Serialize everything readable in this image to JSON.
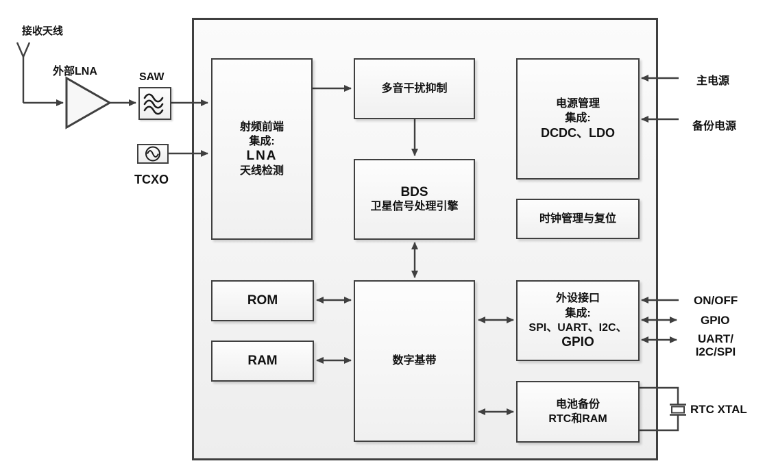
{
  "left_chain": {
    "antenna_label": "接收天线",
    "ext_lna_label": "外部LNA",
    "saw_label": "SAW",
    "tcxo_label": "TCXO"
  },
  "blocks": {
    "rf_frontend": {
      "lines": [
        "射频前端",
        "集成:",
        "LNA",
        "天线检测"
      ]
    },
    "multitone": {
      "lines": [
        "多音干扰抑制"
      ]
    },
    "bds_engine": {
      "lines": [
        "BDS",
        "卫星信号处理引擎"
      ]
    },
    "power_mgmt": {
      "lines": [
        "电源管理",
        "集成:",
        "DCDC、LDO"
      ]
    },
    "clock_reset": {
      "lines": [
        "时钟管理与复位"
      ]
    },
    "rom": {
      "lines": [
        "ROM"
      ]
    },
    "ram": {
      "lines": [
        "RAM"
      ]
    },
    "baseband": {
      "lines": [
        "数字基带"
      ]
    },
    "peripheral": {
      "lines": [
        "外设接口",
        "集成:",
        "SPI、UART、I2C、",
        "GPIO"
      ]
    },
    "battery_backup": {
      "lines": [
        "电池备份",
        "RTC和RAM"
      ]
    }
  },
  "right_labels": {
    "main_power": "主电源",
    "backup_power": "备份电源",
    "on_off": "ON/OFF",
    "gpio": "GPIO",
    "uart_line1": "UART/",
    "uart_line2": "I2C/SPI",
    "rtc_xtal": "RTC XTAL"
  },
  "colors": {
    "line": "#3f3f3f",
    "text": "#111111",
    "box_fill_top": "#fdfdfd",
    "box_fill_bottom": "#f0f0f0"
  }
}
